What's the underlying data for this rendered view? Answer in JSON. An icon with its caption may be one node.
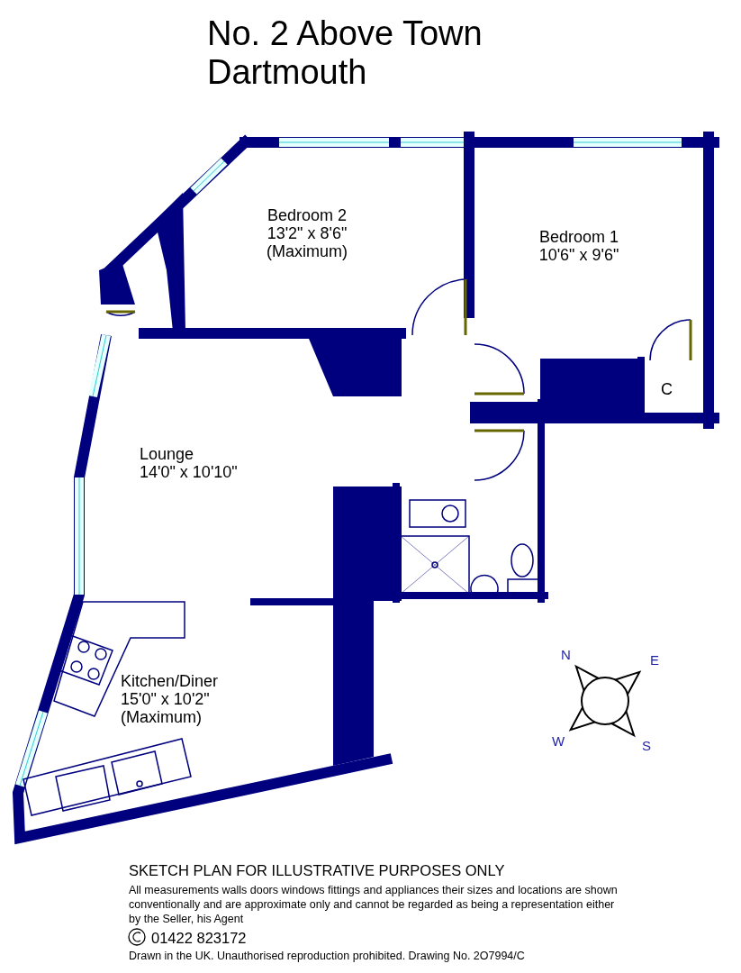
{
  "diagram": {
    "title": "No. 2 Above Town Dartmouth",
    "labels": [
      "Bedroom 2",
      "13'2\" x 8'6\"",
      "(Maximum)",
      "Bedroom 1",
      "10'6\" x 9'6\"",
      "C",
      "Lounge",
      "14'0\" x 10'10\"",
      "N",
      "E",
      "Kitchen/Diner",
      "15'0\" x 10'2\"",
      "(Maximum)",
      "W",
      "S",
      "SKETCH PLAN FOR ILLUSTRATIVE PURPOSES ONLY",
      "All measurements walls doors windows fittings and appliances their sizes and locations are shown conventionally and are approximate only and cannot be regarded as being a representation either by the Seller, his Agent",
      "01422 823172",
      "Drawn in the UK. Unauthorised reproduction prohibited. Drawing No. 2O7994/C"
    ]
  }
}
